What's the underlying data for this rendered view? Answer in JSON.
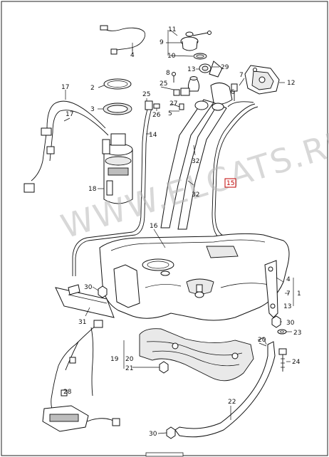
{
  "watermark": "WWW.ELCATS.RU",
  "highlighted_callout": "15",
  "callouts": {
    "c4": "4",
    "c11": "11",
    "c9": "9",
    "c10": "10",
    "c8": "8",
    "c13a": "13",
    "c29": "29",
    "c7": "7",
    "c6": "6",
    "c12": "12",
    "c2": "2",
    "c3": "3",
    "c17a": "17",
    "c17b": "17",
    "c25a": "25",
    "c25b": "25",
    "c26": "26",
    "c27": "27",
    "c5": "5",
    "c14": "14",
    "c32a": "32",
    "c32b": "32",
    "c18": "18",
    "c16": "16",
    "c30a": "30",
    "c31": "31",
    "c4b": "4",
    "c7b": "7",
    "c13b": "13",
    "c1": "1",
    "c30b": "30",
    "c23": "23",
    "c20a": "20",
    "c20b": "20",
    "c19": "19",
    "c21": "21",
    "c24": "24",
    "c28": "28",
    "c22": "22",
    "c30c": "30"
  },
  "colors": {
    "line": "#111111",
    "highlight_box": "#c00000",
    "watermark": "#b8b8b8"
  }
}
